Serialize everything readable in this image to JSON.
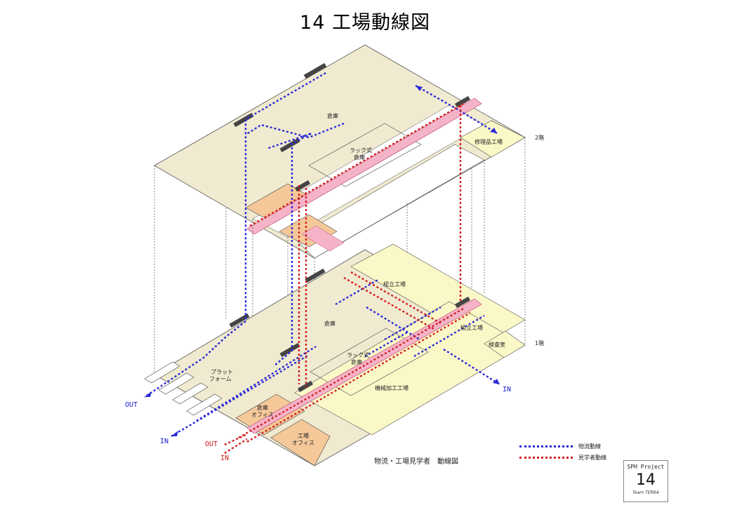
{
  "title": "14 工場動線図",
  "floors": {
    "floor2": "2階",
    "floor1": "1階"
  },
  "rooms": {
    "warehouse2": "倉庫",
    "rack2_line1": "ラック式",
    "rack2_line2": "倉庫",
    "repair": "修理品工場",
    "assembly1": "組立工場",
    "assembly2": "組立工場",
    "warehouse1": "倉庫",
    "inspection": "検査室",
    "rack1_line1": "ラック式",
    "rack1_line2": "倉庫",
    "platform_line1": "プラット",
    "platform_line2": "フォーム",
    "machining": "機械加工工場",
    "wh_office_line1": "倉庫",
    "wh_office_line2": "オフィス",
    "factory_office_line1": "工場",
    "factory_office_line2": "オフィス"
  },
  "flow_labels": {
    "out_left": "OUT",
    "in_left": "IN",
    "in_right": "IN",
    "out_red": "OUT",
    "in_red": "IN"
  },
  "legend": {
    "logistics": "物流動線",
    "visitor": "見学者動線"
  },
  "caption": "物流・工場見学者　動線図",
  "badge": {
    "project": "SPH Project",
    "number": "14",
    "team": "Team TERRA"
  },
  "colors": {
    "logistics": "#2a2ad8",
    "visitor": "#d42020",
    "floor_fill": "#f0ead0",
    "office_fill": "#f5c89a",
    "visitor_path_fill": "#f5b3c8",
    "yellow_zone": "#fbf8c8"
  }
}
